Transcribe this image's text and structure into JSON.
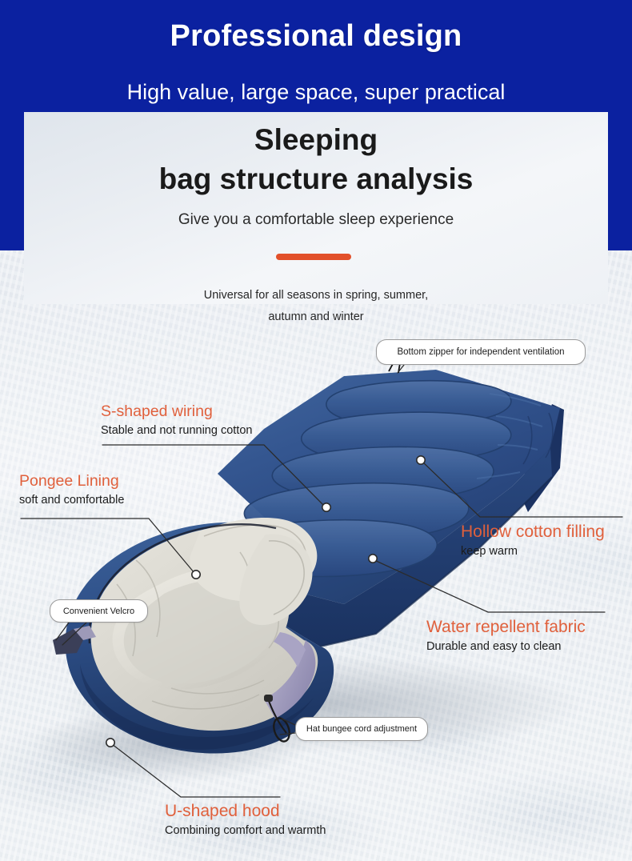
{
  "header": {
    "headline": "Professional design",
    "subheadline": "High value, large space, super practical",
    "background_color": "#0b21a0",
    "text_color": "#ffffff"
  },
  "title_panel": {
    "title_line1": "Sleeping",
    "title_line2": "bag structure analysis",
    "subtitle": "Give you a comfortable sleep experience",
    "divider_color": "#e2502a"
  },
  "season_note": {
    "line1": "Universal for all seasons in spring, summer,",
    "line2": "autumn and winter"
  },
  "callouts": {
    "bottom_zipper": "Bottom zipper for independent ventilation",
    "velcro": "Convenient Velcro",
    "hat_cord": "Hat bungee cord adjustment"
  },
  "annotations": [
    {
      "title": "S-shaped wiring",
      "desc": "Stable and not running cotton"
    },
    {
      "title": "Pongee Lining",
      "desc": "soft and comfortable"
    },
    {
      "title": "Hollow cotton filling",
      "desc": "keep warm"
    },
    {
      "title": "Water repellent fabric",
      "desc": "Durable and easy to clean"
    },
    {
      "title": "U-shaped hood",
      "desc": "Combining comfort and warmth"
    }
  ],
  "colors": {
    "accent_orange": "#e0603c",
    "divider_orange": "#e2502a",
    "brand_blue": "#0b21a0",
    "bag_blue": "#2c4f8f",
    "bag_blue_dark": "#1f3a6d",
    "lining_grey": "#d8d6cf"
  }
}
